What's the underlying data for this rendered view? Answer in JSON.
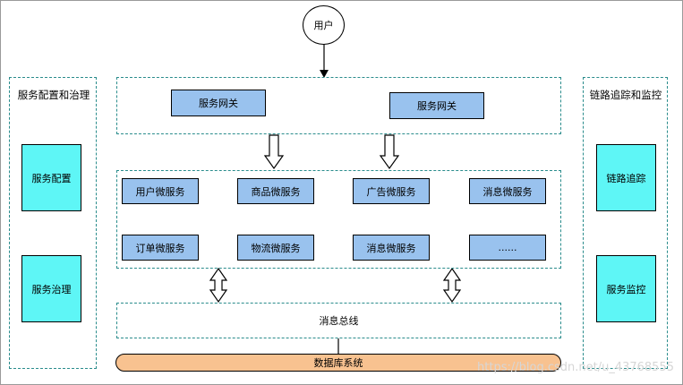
{
  "user": "用户",
  "left_panel": {
    "title": "服务配置和治理",
    "items": [
      "服务配置",
      "服务治理"
    ]
  },
  "right_panel": {
    "title": "链路追踪和监控",
    "items": [
      "链路追踪",
      "服务监控"
    ]
  },
  "gateways": [
    "服务网关",
    "服务网关"
  ],
  "services": [
    "用户微服务",
    "商品微服务",
    "广告微服务",
    "消息微服务",
    "订单微服务",
    "物流微服务",
    "消息微服务",
    "......"
  ],
  "message_bus": "消息总线",
  "database": "数据库系统",
  "watermark": "https://blog.csdn.net/u_43768555"
}
